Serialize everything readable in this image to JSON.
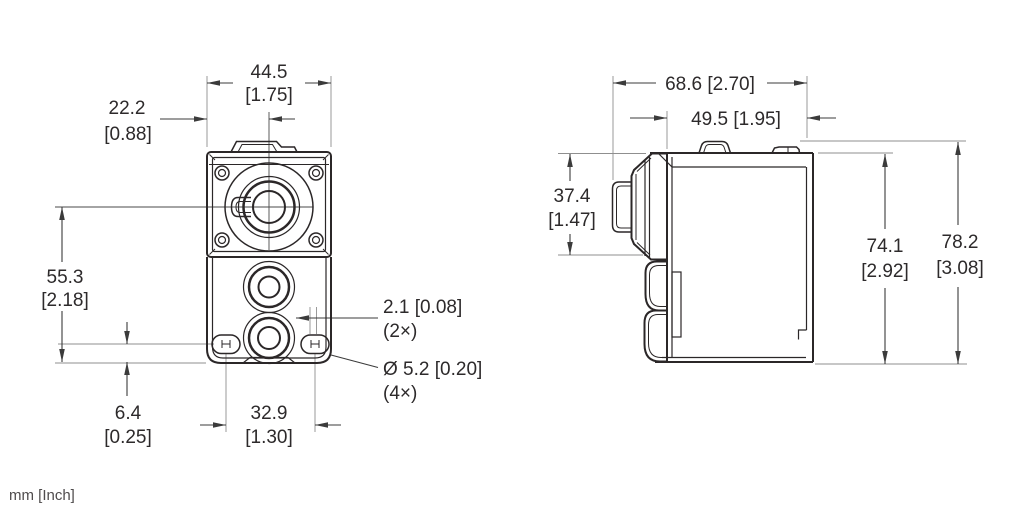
{
  "drawing": {
    "type": "dimensioned engineering drawing, front and side view of sensor housing",
    "units_footer": "mm [Inch]",
    "front_view": {
      "width": {
        "mm": "44.5",
        "inch": "[1.75]"
      },
      "center_offset": {
        "mm": "22.2",
        "inch": "[0.88]"
      },
      "height_to_lens_center": {
        "mm": "55.3",
        "inch": "[2.18]"
      },
      "hole_offset_from_bottom": {
        "mm": "6.4",
        "inch": "[0.25]"
      },
      "hole_spacing": {
        "mm": "32.9",
        "inch": "[1.30]"
      },
      "slot_width_callout": {
        "value": "2.1 [0.08]",
        "count": "(2×)"
      },
      "hole_diameter_callout": {
        "value": "Ø 5.2 [0.20]",
        "count": "(4×)"
      }
    },
    "side_view": {
      "depth_overall": "68.6 [2.70]",
      "depth_body": "49.5 [1.95]",
      "head_height": {
        "mm": "37.4",
        "inch": "[1.47]"
      },
      "body_height": {
        "mm": "74.1",
        "inch": "[2.92]"
      },
      "overall_height": {
        "mm": "78.2",
        "inch": "[3.08]"
      }
    }
  }
}
